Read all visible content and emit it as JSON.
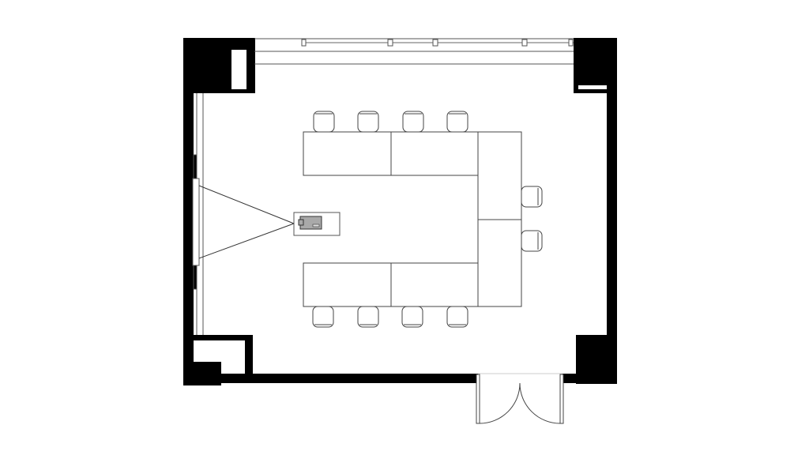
{
  "plan": {
    "colors": {
      "wall": "#000000",
      "line": "#444444",
      "projector": "#a9a9a9",
      "background": "#ffffff"
    },
    "tables": [
      {
        "name": "table-top-left"
      },
      {
        "name": "table-top-right"
      },
      {
        "name": "table-right-upper"
      },
      {
        "name": "table-right-lower"
      },
      {
        "name": "table-bottom-left"
      },
      {
        "name": "table-bottom-right"
      }
    ],
    "chair_count": 10,
    "door": "double-swing-door",
    "projector": "projector-icon",
    "screen": "projection-screen"
  }
}
